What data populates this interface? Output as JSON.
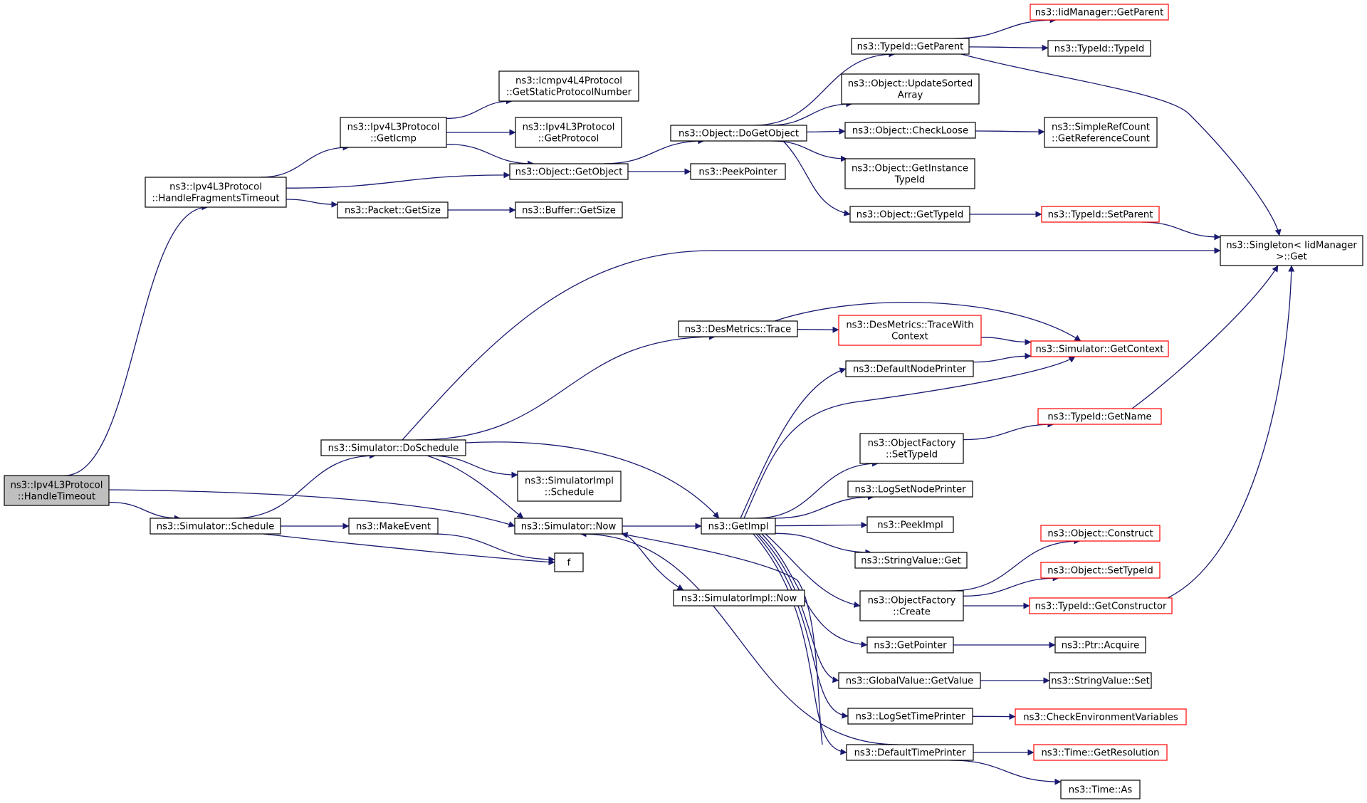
{
  "nodes": [
    {
      "id": "handle-timeout",
      "lines": [
        "ns3::Ipv4L3Protocol",
        "::HandleTimeout"
      ],
      "style": "root"
    },
    {
      "id": "handle-fragments-timeout",
      "lines": [
        "ns3::Ipv4L3Protocol",
        "::HandleFragmentsTimeout"
      ],
      "style": "normal"
    },
    {
      "id": "simulator-schedule",
      "lines": [
        "ns3::Simulator::Schedule"
      ],
      "style": "normal"
    },
    {
      "id": "get-icmp",
      "lines": [
        "ns3::Ipv4L3Protocol",
        "::GetIcmp"
      ],
      "style": "normal"
    },
    {
      "id": "packet-get-size",
      "lines": [
        "ns3::Packet::GetSize"
      ],
      "style": "normal"
    },
    {
      "id": "simulator-do-schedule",
      "lines": [
        "ns3::Simulator::DoSchedule"
      ],
      "style": "normal"
    },
    {
      "id": "make-event",
      "lines": [
        "ns3::MakeEvent"
      ],
      "style": "normal"
    },
    {
      "id": "icmpv4-static-protocol-number",
      "lines": [
        "ns3::Icmpv4L4Protocol",
        "::GetStaticProtocolNumber"
      ],
      "style": "normal"
    },
    {
      "id": "ipv4-get-protocol",
      "lines": [
        "ns3::Ipv4L3Protocol",
        "::GetProtocol"
      ],
      "style": "normal"
    },
    {
      "id": "object-get-object",
      "lines": [
        "ns3::Object::GetObject"
      ],
      "style": "normal"
    },
    {
      "id": "buffer-get-size",
      "lines": [
        "ns3::Buffer::GetSize"
      ],
      "style": "normal"
    },
    {
      "id": "simulator-impl-schedule",
      "lines": [
        "ns3::SimulatorImpl",
        "::Schedule"
      ],
      "style": "normal"
    },
    {
      "id": "simulator-now",
      "lines": [
        "ns3::Simulator::Now"
      ],
      "style": "normal"
    },
    {
      "id": "f",
      "lines": [
        "f"
      ],
      "style": "normal"
    },
    {
      "id": "object-do-get-object",
      "lines": [
        "ns3::Object::DoGetObject"
      ],
      "style": "normal"
    },
    {
      "id": "peek-pointer",
      "lines": [
        "ns3::PeekPointer"
      ],
      "style": "normal"
    },
    {
      "id": "des-metrics-trace",
      "lines": [
        "ns3::DesMetrics::Trace"
      ],
      "style": "normal"
    },
    {
      "id": "get-impl",
      "lines": [
        "ns3::GetImpl"
      ],
      "style": "normal"
    },
    {
      "id": "simulator-impl-now",
      "lines": [
        "ns3::SimulatorImpl::Now"
      ],
      "style": "normal"
    },
    {
      "id": "typeid-get-parent",
      "lines": [
        "ns3::TypeId::GetParent"
      ],
      "style": "normal"
    },
    {
      "id": "object-update-sorted-array",
      "lines": [
        "ns3::Object::UpdateSorted",
        "Array"
      ],
      "style": "normal"
    },
    {
      "id": "object-check-loose",
      "lines": [
        "ns3::Object::CheckLoose"
      ],
      "style": "normal"
    },
    {
      "id": "object-get-instance-typeid",
      "lines": [
        "ns3::Object::GetInstance",
        "TypeId"
      ],
      "style": "normal"
    },
    {
      "id": "object-get-typeid",
      "lines": [
        "ns3::Object::GetTypeId"
      ],
      "style": "normal"
    },
    {
      "id": "des-metrics-trace-with-context",
      "lines": [
        "ns3::DesMetrics::TraceWith",
        "Context"
      ],
      "style": "truncated"
    },
    {
      "id": "default-node-printer",
      "lines": [
        "ns3::DefaultNodePrinter"
      ],
      "style": "normal"
    },
    {
      "id": "object-factory-set-typeid",
      "lines": [
        "ns3::ObjectFactory",
        "::SetTypeId"
      ],
      "style": "normal"
    },
    {
      "id": "log-set-node-printer",
      "lines": [
        "ns3::LogSetNodePrinter"
      ],
      "style": "normal"
    },
    {
      "id": "peek-impl",
      "lines": [
        "ns3::PeekImpl"
      ],
      "style": "normal"
    },
    {
      "id": "string-value-get",
      "lines": [
        "ns3::StringValue::Get"
      ],
      "style": "normal"
    },
    {
      "id": "object-factory-create",
      "lines": [
        "ns3::ObjectFactory",
        "::Create"
      ],
      "style": "normal"
    },
    {
      "id": "get-pointer",
      "lines": [
        "ns3::GetPointer"
      ],
      "style": "normal"
    },
    {
      "id": "global-value-get-value",
      "lines": [
        "ns3::GlobalValue::GetValue"
      ],
      "style": "normal"
    },
    {
      "id": "log-set-time-printer",
      "lines": [
        "ns3::LogSetTimePrinter"
      ],
      "style": "normal"
    },
    {
      "id": "default-time-printer",
      "lines": [
        "ns3::DefaultTimePrinter"
      ],
      "style": "normal"
    },
    {
      "id": "iid-manager-get-parent",
      "lines": [
        "ns3::IidManager::GetParent"
      ],
      "style": "truncated"
    },
    {
      "id": "typeid-typeid",
      "lines": [
        "ns3::TypeId::TypeId"
      ],
      "style": "normal"
    },
    {
      "id": "simple-ref-count-get-reference-count",
      "lines": [
        "ns3::SimpleRefCount",
        "::GetReferenceCount"
      ],
      "style": "normal"
    },
    {
      "id": "typeid-set-parent",
      "lines": [
        "ns3::TypeId::SetParent"
      ],
      "style": "truncated"
    },
    {
      "id": "simulator-get-context",
      "lines": [
        "ns3::Simulator::GetContext"
      ],
      "style": "truncated"
    },
    {
      "id": "typeid-get-name",
      "lines": [
        "ns3::TypeId::GetName"
      ],
      "style": "truncated"
    },
    {
      "id": "object-construct",
      "lines": [
        "ns3::Object::Construct"
      ],
      "style": "truncated"
    },
    {
      "id": "object-set-typeid",
      "lines": [
        "ns3::Object::SetTypeId"
      ],
      "style": "truncated"
    },
    {
      "id": "typeid-get-constructor",
      "lines": [
        "ns3::TypeId::GetConstructor"
      ],
      "style": "truncated"
    },
    {
      "id": "ptr-acquire",
      "lines": [
        "ns3::Ptr::Acquire"
      ],
      "style": "normal"
    },
    {
      "id": "string-value-set",
      "lines": [
        "ns3::StringValue::Set"
      ],
      "style": "normal"
    },
    {
      "id": "check-environment-variables",
      "lines": [
        "ns3::CheckEnvironmentVariables"
      ],
      "style": "truncated"
    },
    {
      "id": "time-get-resolution",
      "lines": [
        "ns3::Time::GetResolution"
      ],
      "style": "truncated"
    },
    {
      "id": "time-as",
      "lines": [
        "ns3::Time::As"
      ],
      "style": "normal"
    },
    {
      "id": "singleton-iid-manager-get",
      "lines": [
        "ns3::Singleton< IidManager",
        " >::Get"
      ],
      "style": "normal"
    }
  ],
  "edges": [
    {
      "from": "handle-timeout",
      "to": "handle-fragments-timeout"
    },
    {
      "from": "handle-timeout",
      "to": "simulator-schedule"
    },
    {
      "from": "handle-timeout",
      "to": "simulator-now"
    },
    {
      "from": "handle-fragments-timeout",
      "to": "get-icmp"
    },
    {
      "from": "handle-fragments-timeout",
      "to": "object-get-object"
    },
    {
      "from": "handle-fragments-timeout",
      "to": "packet-get-size"
    },
    {
      "from": "get-icmp",
      "to": "icmpv4-static-protocol-number"
    },
    {
      "from": "get-icmp",
      "to": "ipv4-get-protocol"
    },
    {
      "from": "get-icmp",
      "to": "object-get-object"
    },
    {
      "from": "packet-get-size",
      "to": "buffer-get-size"
    },
    {
      "from": "object-get-object",
      "to": "object-do-get-object"
    },
    {
      "from": "object-get-object",
      "to": "peek-pointer"
    },
    {
      "from": "object-do-get-object",
      "to": "typeid-get-parent"
    },
    {
      "from": "object-do-get-object",
      "to": "object-update-sorted-array"
    },
    {
      "from": "object-do-get-object",
      "to": "object-check-loose"
    },
    {
      "from": "object-do-get-object",
      "to": "object-get-instance-typeid"
    },
    {
      "from": "object-do-get-object",
      "to": "object-get-typeid"
    },
    {
      "from": "typeid-get-parent",
      "to": "iid-manager-get-parent"
    },
    {
      "from": "typeid-get-parent",
      "to": "typeid-typeid"
    },
    {
      "from": "typeid-get-parent",
      "to": "singleton-iid-manager-get"
    },
    {
      "from": "object-check-loose",
      "to": "simple-ref-count-get-reference-count"
    },
    {
      "from": "object-get-typeid",
      "to": "typeid-set-parent"
    },
    {
      "from": "typeid-set-parent",
      "to": "singleton-iid-manager-get"
    },
    {
      "from": "simulator-schedule",
      "to": "simulator-do-schedule"
    },
    {
      "from": "simulator-schedule",
      "to": "make-event"
    },
    {
      "from": "simulator-schedule",
      "to": "f"
    },
    {
      "from": "make-event",
      "to": "f"
    },
    {
      "from": "simulator-do-schedule",
      "to": "singleton-iid-manager-get"
    },
    {
      "from": "simulator-do-schedule",
      "to": "des-metrics-trace"
    },
    {
      "from": "simulator-do-schedule",
      "to": "simulator-impl-schedule"
    },
    {
      "from": "simulator-do-schedule",
      "to": "simulator-now"
    },
    {
      "from": "simulator-do-schedule",
      "to": "get-impl"
    },
    {
      "from": "des-metrics-trace",
      "to": "des-metrics-trace-with-context"
    },
    {
      "from": "des-metrics-trace",
      "to": "simulator-get-context"
    },
    {
      "from": "des-metrics-trace-with-context",
      "to": "simulator-get-context"
    },
    {
      "from": "simulator-now",
      "to": "get-impl"
    },
    {
      "from": "simulator-now",
      "to": "simulator-impl-now"
    },
    {
      "from": "get-impl",
      "to": "simulator-now"
    },
    {
      "from": "get-impl",
      "to": "default-node-printer"
    },
    {
      "from": "get-impl",
      "to": "simulator-get-context"
    },
    {
      "from": "get-impl",
      "to": "object-factory-set-typeid"
    },
    {
      "from": "get-impl",
      "to": "log-set-node-printer"
    },
    {
      "from": "get-impl",
      "to": "peek-impl"
    },
    {
      "from": "get-impl",
      "to": "string-value-get"
    },
    {
      "from": "get-impl",
      "to": "object-factory-create"
    },
    {
      "from": "get-impl",
      "to": "get-pointer"
    },
    {
      "from": "get-impl",
      "to": "global-value-get-value"
    },
    {
      "from": "get-impl",
      "to": "log-set-time-printer"
    },
    {
      "from": "get-impl",
      "to": "default-time-printer"
    },
    {
      "from": "default-node-printer",
      "to": "simulator-get-context"
    },
    {
      "from": "object-factory-set-typeid",
      "to": "typeid-get-name"
    },
    {
      "from": "typeid-get-name",
      "to": "singleton-iid-manager-get"
    },
    {
      "from": "object-factory-create",
      "to": "object-construct"
    },
    {
      "from": "object-factory-create",
      "to": "object-set-typeid"
    },
    {
      "from": "object-factory-create",
      "to": "typeid-get-constructor"
    },
    {
      "from": "typeid-get-constructor",
      "to": "singleton-iid-manager-get"
    },
    {
      "from": "get-pointer",
      "to": "ptr-acquire"
    },
    {
      "from": "global-value-get-value",
      "to": "string-value-set"
    },
    {
      "from": "log-set-time-printer",
      "to": "check-environment-variables"
    },
    {
      "from": "default-time-printer",
      "to": "simulator-now"
    },
    {
      "from": "default-time-printer",
      "to": "time-get-resolution"
    },
    {
      "from": "default-time-printer",
      "to": "time-as"
    }
  ],
  "colors": {
    "edge": "#191970",
    "node_border": "#000000",
    "truncated_border": "#ff0000",
    "root_fill": "#bfbfbf",
    "node_fill": "#ffffff",
    "text": "#000000"
  }
}
